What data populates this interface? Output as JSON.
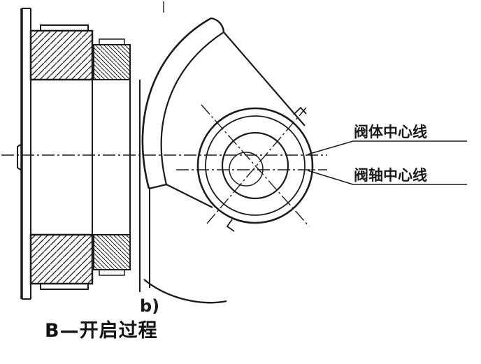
{
  "diagram": {
    "type": "technical-drawing",
    "subject": "butterfly-valve cross-section, opening process",
    "labels": {
      "body_centerline": "阀体中心线",
      "shaft_centerline": "阀轴中心线"
    },
    "subfigure": "b)",
    "caption": "B—开启过程",
    "colors": {
      "ink": "#1b1b1b",
      "background": "#ffffff"
    }
  }
}
